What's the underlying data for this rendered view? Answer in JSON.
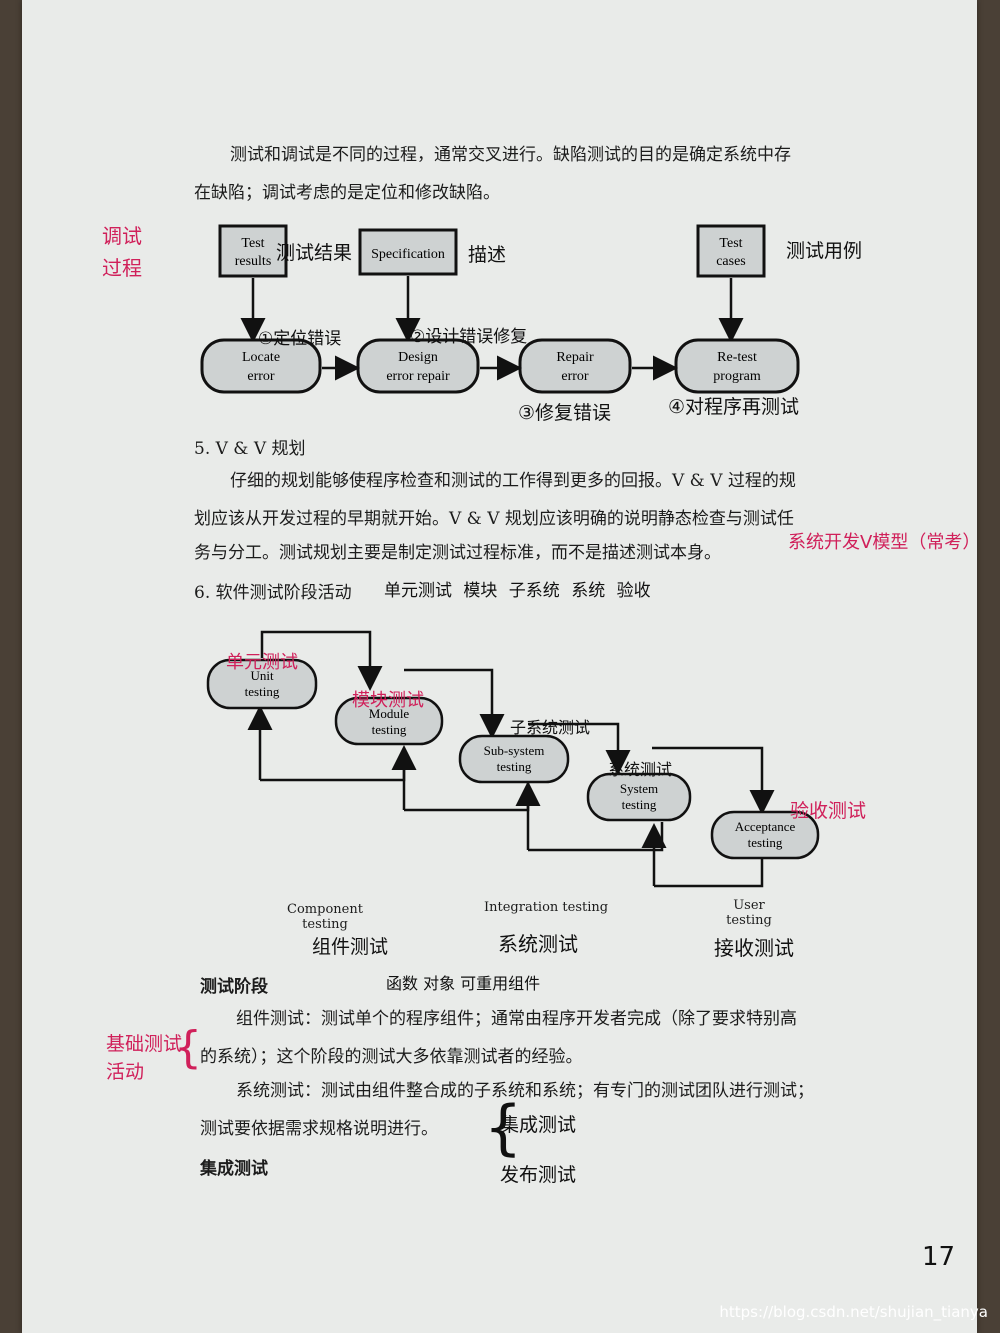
{
  "paragraphs": {
    "p1_line1": "测试和调试是不同的过程，通常交叉进行。缺陷测试的目的是确定系统中存",
    "p1_line2": "在缺陷；调试考虑的是定位和修改缺陷。",
    "s5_heading": "5.  V & V 规划",
    "s5_line1": "仔细的规划能够使程序检查和测试的工作得到更多的回报。V & V 过程的规",
    "s5_line2": "划应该从开发过程的早期就开始。V & V 规划应该明确的说明静态检查与测试任",
    "s5_line3": "务与分工。测试规划主要是制定测试过程标准，而不是描述测试本身。",
    "s6_heading": "6.  软件测试阶段活动",
    "phase_heading": "测试阶段",
    "comp_line1": "组件测试：测试单个的程序组件；通常由程序开发者完成（除了要求特别高",
    "comp_line2": "的系统）；这个阶段的测试大多依靠测试者的经验。",
    "sys_line1": "系统测试：测试由组件整合成的子系统和系统；有专门的测试团队进行测试；",
    "sys_line2": "测试要依据需求规格说明进行。",
    "integ_heading": "集成测试"
  },
  "debug_diagram": {
    "inputs": [
      {
        "line1": "Test",
        "line2": "results"
      },
      {
        "line1": "Specification",
        "line2": ""
      },
      {
        "line1": "Test",
        "line2": "cases"
      }
    ],
    "steps": [
      {
        "line1": "Locate",
        "line2": "error"
      },
      {
        "line1": "Design",
        "line2": "error repair"
      },
      {
        "line1": "Repair",
        "line2": "error"
      },
      {
        "line1": "Re-test",
        "line2": "program"
      }
    ]
  },
  "stage_diagram": {
    "stages": [
      {
        "line1": "Unit",
        "line2": "testing"
      },
      {
        "line1": "Module",
        "line2": "testing"
      },
      {
        "line1": "Sub-system",
        "line2": "testing"
      },
      {
        "line1": "System",
        "line2": "testing"
      },
      {
        "line1": "Acceptance",
        "line2": "testing"
      }
    ],
    "groups": [
      {
        "line1": "Component",
        "line2": "testing"
      },
      {
        "line1": "Integration testing",
        "line2": ""
      },
      {
        "line1": "User",
        "line2": "testing"
      }
    ]
  },
  "annotations": {
    "red_debug_process": "调试过程",
    "test_results": "测试结果",
    "spec": "描述",
    "test_cases": "测试用例",
    "locate": "①定位错误",
    "design": "②设计错误修复",
    "repair": "③修复错误",
    "retest": "④对程序再测试",
    "red_v_model": "系统开发V模型（常考）",
    "stage_list": "单元测试  模块  子系统  系统  验收",
    "red_unit": "单元测试",
    "red_module": "模块测试",
    "subsystem": "子系统测试",
    "system": "系统测试",
    "red_acceptance": "验收测试",
    "component_cn": "组件测试",
    "integration_cn": "系统测试",
    "user_cn": "接收测试",
    "component_kinds": "函数 对象 可重用组件",
    "red_basic": "基础测试活动",
    "integ_test": "集成测试",
    "release_test": "发布测试",
    "page_number": "17"
  },
  "watermark": "https://blog.csdn.net/shujian_tianya",
  "colors": {
    "ink_red": "#d0205a",
    "box_fill": "#ced2d2",
    "paper": "#e9ebe9"
  }
}
